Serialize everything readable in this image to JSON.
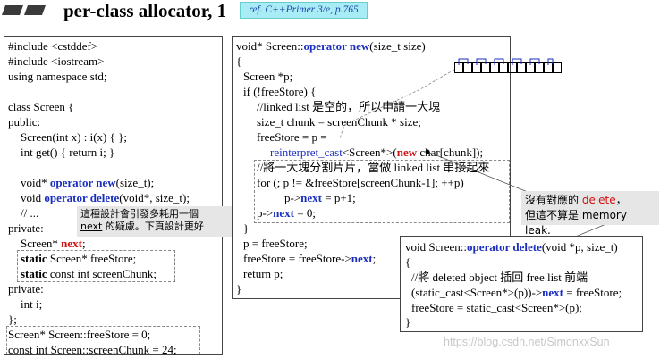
{
  "header": {
    "title": "per-class allocator, 1",
    "ref": "ref. C++Primer 3/e, p.765"
  },
  "left_code": [
    "#include <cstddef>",
    "#include <iostream>",
    "using namespace std;",
    "",
    "class Screen {",
    "public:",
    "Screen(int x) : i(x) { };",
    "int get() { return i; }",
    "",
    "void* ",
    "operator new",
    "(size_t);",
    "void ",
    "operator delete",
    "(void*, size_t);",
    "// ...",
    "private:",
    "Screen* ",
    "next",
    ";",
    "static",
    " Screen* freeStore;",
    "static",
    " const int screenChunk;",
    "private:",
    "int i;",
    "};",
    "Screen* Screen::freeStore = 0;",
    "const int Screen::screenChunk = 24;"
  ],
  "note_left": {
    "line1": "這種設計會引發多耗用一個",
    "line2_a": "next",
    "line2_b": " 的疑慮。下頁設計更好"
  },
  "new_code": {
    "sig_a": "void* Screen::",
    "sig_kw": "operator new",
    "sig_b": "(size_t size)",
    "l1": "{",
    "l2": "Screen *p;",
    "l3": "if (!freeStore) {",
    "l4": "//linked list 是空的，所以申請一大塊",
    "l5": "size_t chunk = screenChunk * size;",
    "l6": "freeStore = p =",
    "l7_a": "reinterpret_cast",
    "l7_b": "<Screen*>(",
    "l7_kw": "new",
    "l7_c": " char[chunk]);",
    "l8": "//將一大塊分割片片，當做 linked list 串接起來",
    "l9": "for (; p != &freeStore[screenChunk-1]; ++p)",
    "l10_a": "p->",
    "l10_kw": "next",
    "l10_b": " = p+1;",
    "l11_a": "p->",
    "l11_kw": "next",
    "l11_b": " = 0;",
    "l12": "}",
    "l13": "p = freeStore;",
    "l14_a": "freeStore = freeStore->",
    "l14_kw": "next",
    "l14_b": ";",
    "l15": "return p;",
    "l16": "}"
  },
  "delete_code": {
    "sig_a": "void Screen::",
    "sig_kw": "operator delete",
    "sig_b": "(void *p, size_t)",
    "l1": "{",
    "l2": "//將 deleted object 插回 free list 前端",
    "l3_a": "(static_cast<Screen*>(p))->",
    "l3_kw": "next",
    "l3_b": " = freeStore;",
    "l4": "freeStore = static_cast<Screen*>(p);",
    "l5": "}"
  },
  "note_right": {
    "line1_a": "沒有對應的 ",
    "line1_kw": "delete",
    "line1_b": "，",
    "line2": "但這不算是 memory leak."
  },
  "watermark": "https://blog.csdn.net/SimonxxSun",
  "colors": {
    "keyword": "#1a2fbf",
    "highlight": "#d01010",
    "ref_bg": "#a8ecf6",
    "note_bg": "#e6e6e6"
  }
}
